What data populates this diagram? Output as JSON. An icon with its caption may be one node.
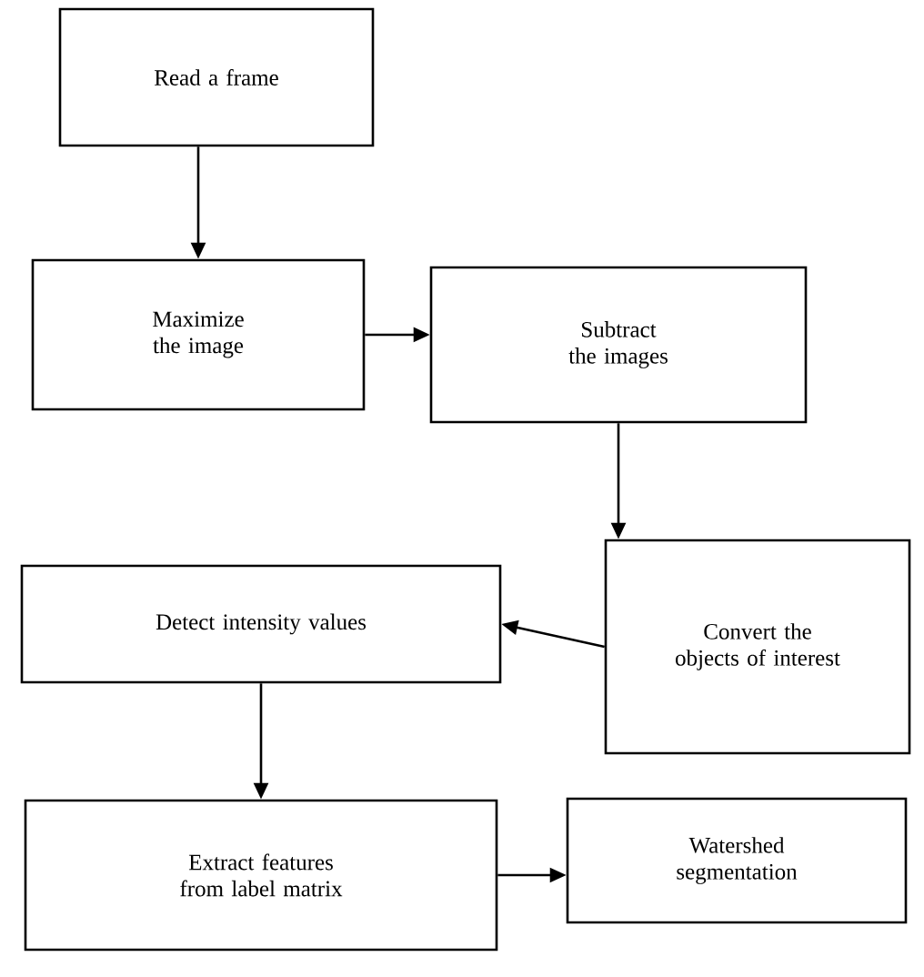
{
  "diagram": {
    "nodes": [
      {
        "text": [
          "Read a frame"
        ]
      },
      {
        "text": [
          "Maximize the image"
        ]
      },
      {
        "text": [
          "Subtract the images"
        ]
      },
      {
        "text": [
          "Convert the objects of interest"
        ]
      },
      {
        "text": [
          "Detect intensity values"
        ]
      },
      {
        "text": [
          "Extract features from label matrix"
        ]
      },
      {
        "text": [
          "Watershed segmentation"
        ]
      }
    ],
    "edges": [
      {
        "from": 0,
        "to": 1,
        "arrow": "to"
      },
      {
        "from": 1,
        "to": 2,
        "arrow": "to"
      },
      {
        "from": 2,
        "to": 3,
        "arrow": "to"
      },
      {
        "from": 3,
        "to": 4,
        "arrow": "to"
      },
      {
        "from": 4,
        "to": 5,
        "arrow": "to"
      },
      {
        "from": 5,
        "to": 6,
        "arrow": "to"
      }
    ]
  }
}
